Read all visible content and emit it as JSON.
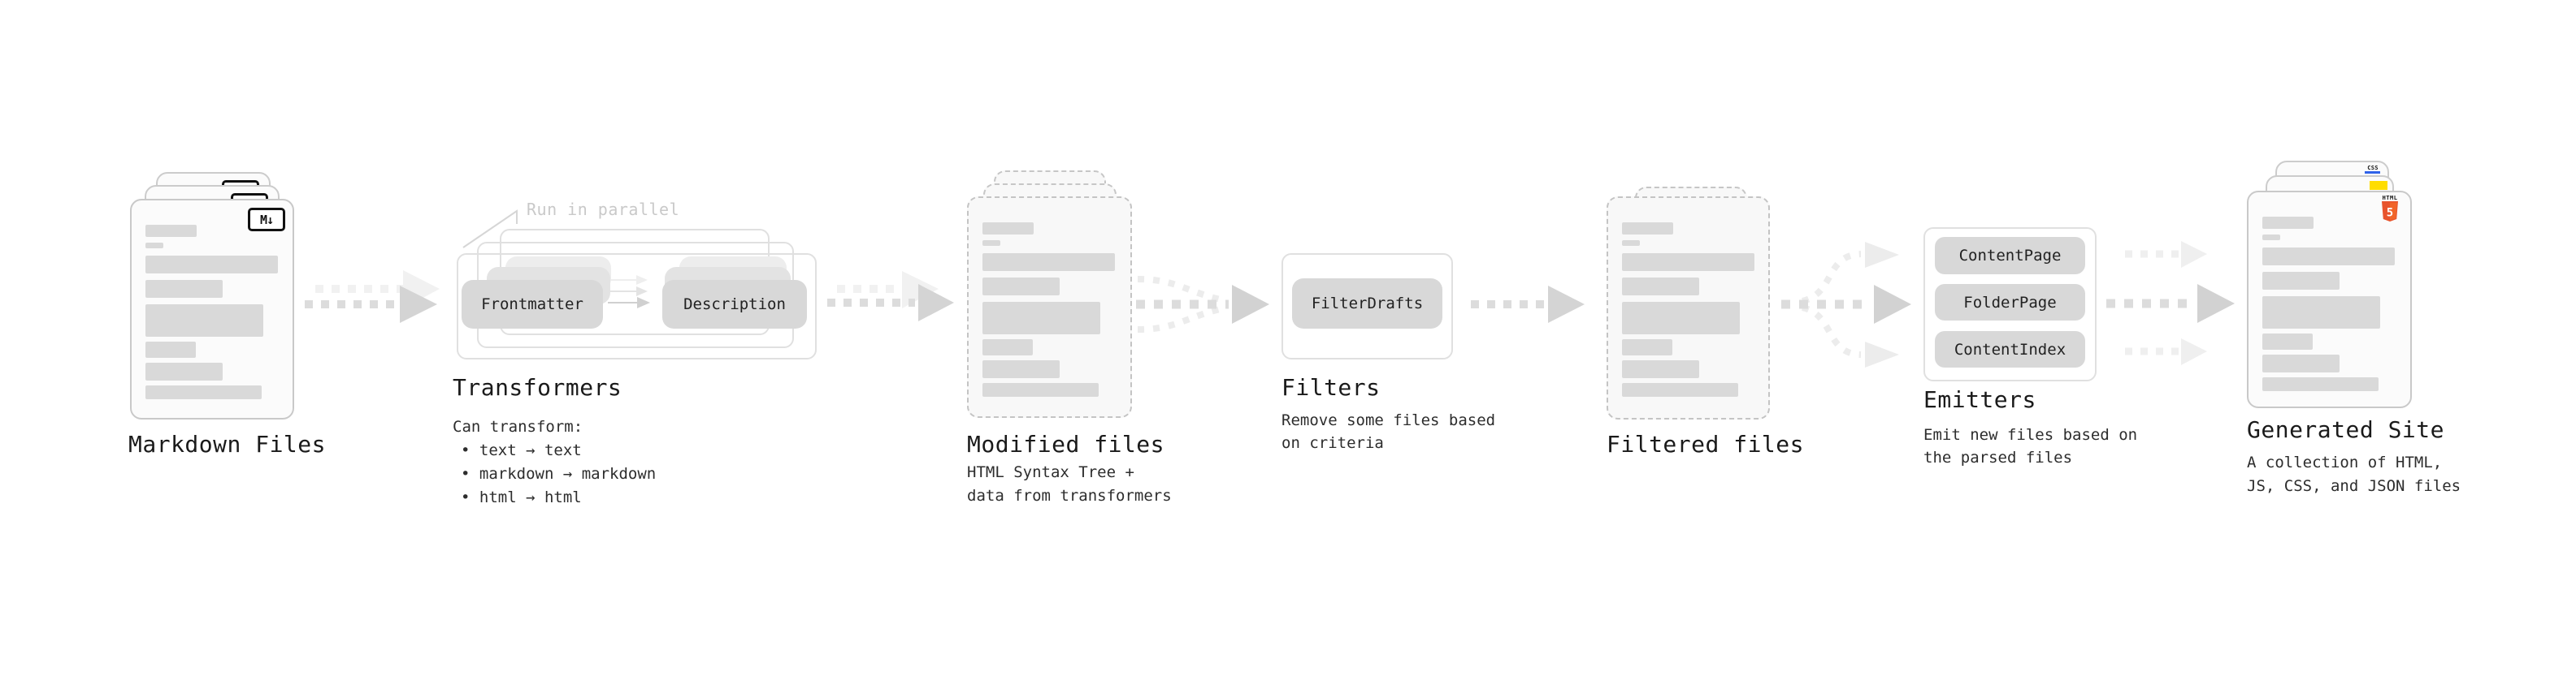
{
  "colors": {
    "html5_orange": "#e8532c",
    "html5_orange_light": "#f16529",
    "js_yellow": "#ffdd00",
    "css_blue": "#2f62e9"
  },
  "stages": {
    "markdown_files": {
      "title": "Markdown Files",
      "file_badge": "M↓"
    },
    "transformers": {
      "title": "Transformers",
      "annotation": "Run in parallel",
      "button_left": "Frontmatter",
      "button_right": "Description",
      "desc_heading": "Can transform:",
      "bullets": [
        "• text → text",
        "• markdown → markdown",
        "• html → html"
      ]
    },
    "modified_files": {
      "title": "Modified files",
      "subtitle": [
        "HTML Syntax Tree +",
        "data from transformers"
      ]
    },
    "filters": {
      "title": "Filters",
      "button": "FilterDrafts",
      "subtitle": [
        "Remove some files based",
        "on criteria"
      ]
    },
    "filtered_files": {
      "title": "Filtered files"
    },
    "emitters": {
      "title": "Emitters",
      "buttons": [
        "ContentPage",
        "FolderPage",
        "ContentIndex"
      ],
      "subtitle": [
        "Emit new files based on",
        "the parsed files"
      ]
    },
    "generated_site": {
      "title": "Generated Site",
      "subtitle": [
        "A collection of HTML,",
        "JS, CSS, and JSON files"
      ],
      "css_badge": "CSS",
      "html_badge_text": "HTML",
      "html_badge_number": "5"
    }
  }
}
